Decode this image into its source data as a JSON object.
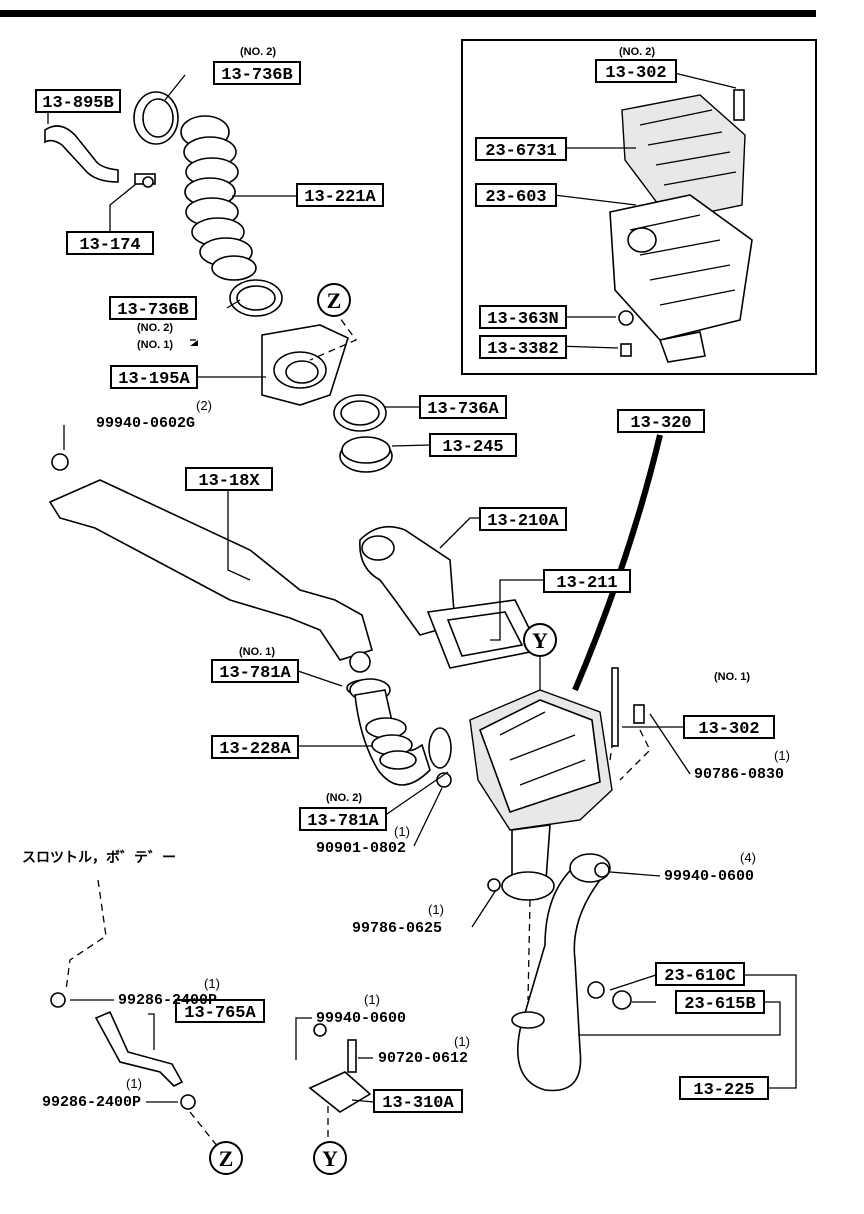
{
  "labels": {
    "l_895b": "13-895B",
    "l_736b_top": "13-736B",
    "l_736b_top_note": "(NO. 2)",
    "l_221a": "13-221A",
    "l_174": "13-174",
    "l_736b_mid": "13-736B",
    "l_736b_mid_note1": "(NO. 2)",
    "l_736b_mid_note2": "(NO. 1)",
    "l_195a": "13-195A",
    "l_736a": "13-736A",
    "l_245": "13-245",
    "l_302_top": "13-302",
    "l_302_top_note": "(NO. 2)",
    "l_6731": "23-6731",
    "l_603": "23-603",
    "l_363n": "13-363N",
    "l_3382": "13-3382",
    "l_320": "13-320",
    "l_18x": "13-18X",
    "l_210a": "13-210A",
    "l_211": "13-211",
    "l_781a_1": "13-781A",
    "l_781a_1_note": "(NO. 1)",
    "l_302_bot": "13-302",
    "l_302_bot_note": "(NO. 1)",
    "l_228a": "13-228A",
    "l_781a_2": "13-781A",
    "l_781a_2_note": "(NO. 2)",
    "l_610c": "23-610C",
    "l_615b": "23-615B",
    "l_225": "13-225",
    "l_765a": "13-765A",
    "l_310a": "13-310A"
  },
  "part_numbers": {
    "p_99940_0602g": "99940-0602G",
    "p_99940_0602g_qty": "(2)",
    "p_90786_0830": "90786-0830",
    "p_90786_0830_qty": "(1)",
    "p_90901_0802": "90901-0802",
    "p_90901_0802_qty": "(1)",
    "p_99940_0600a": "99940-0600",
    "p_99940_0600a_qty": "(4)",
    "p_99786_0625": "99786-0625",
    "p_99786_0625_qty": "(1)",
    "p_99286_2400p_a": "99286-2400P",
    "p_99286_2400p_a_qty": "(1)",
    "p_99286_2400p_b": "99286-2400P",
    "p_99286_2400p_b_qty": "(1)",
    "p_99940_0600b": "99940-0600",
    "p_99940_0600b_qty": "(1)",
    "p_90720_0612": "90720-0612",
    "p_90720_0612_qty": "(1)"
  },
  "refs": {
    "z": "Z",
    "y": "Y"
  },
  "notes": {
    "throttle_body": "スロツトル，ボ゛テ゛ー"
  }
}
